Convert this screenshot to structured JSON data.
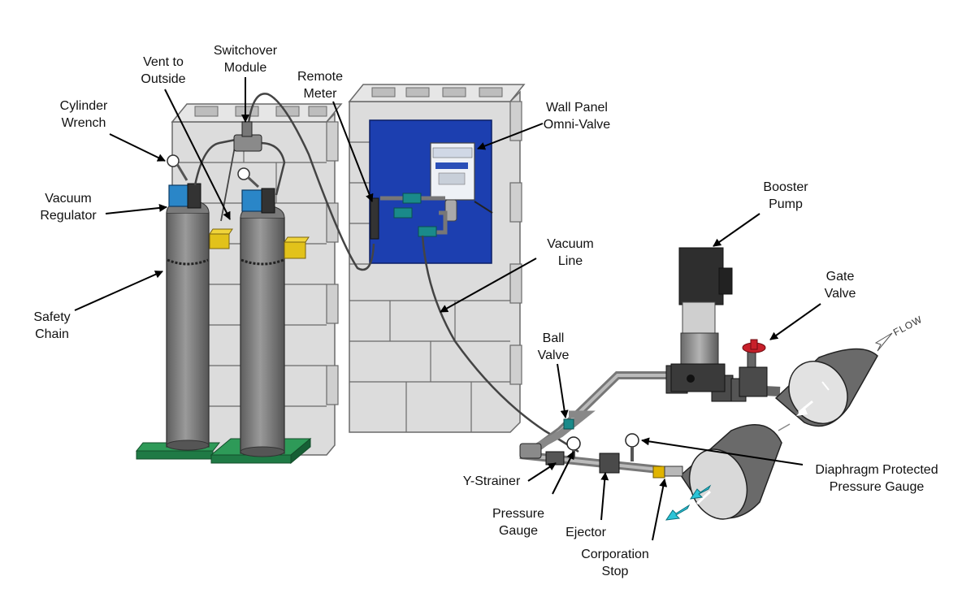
{
  "labels": {
    "cylinder_wrench": [
      "Cylinder",
      "Wrench"
    ],
    "vent_to_outside": [
      "Vent to",
      "Outside"
    ],
    "switchover_module": [
      "Switchover",
      "Module"
    ],
    "remote_meter": [
      "Remote",
      "Meter"
    ],
    "wall_panel": [
      "Wall Panel",
      "Omni-Valve"
    ],
    "vacuum_regulator": [
      "Vacuum",
      "Regulator"
    ],
    "safety_chain": [
      "Safety",
      "Chain"
    ],
    "booster_pump": [
      "Booster",
      "Pump"
    ],
    "vacuum_line": [
      "Vacuum",
      "Line"
    ],
    "gate_valve": [
      "Gate",
      "Valve"
    ],
    "ball_valve": [
      "Ball",
      "Valve"
    ],
    "y_strainer": "Y-Strainer",
    "pressure_gauge": [
      "Pressure",
      "Gauge"
    ],
    "ejector": "Ejector",
    "corporation_stop": [
      "Corporation",
      "Stop"
    ],
    "diaphragm_gauge": [
      "Diaphragm Protected",
      "Pressure Gauge"
    ],
    "flow": "FLOW"
  },
  "colors": {
    "wall": "#dcdcdc",
    "wall_line": "#6a6a6a",
    "panel": "#1c3fb0",
    "cylinder": "#7c7c7c",
    "base": "#1f7a45",
    "bracket": "#e2c21a",
    "regulator": "#2a86c8",
    "gate_handle": "#c8202a",
    "brass": "#e0b400",
    "flow_arrow": "#2bc4d8"
  }
}
